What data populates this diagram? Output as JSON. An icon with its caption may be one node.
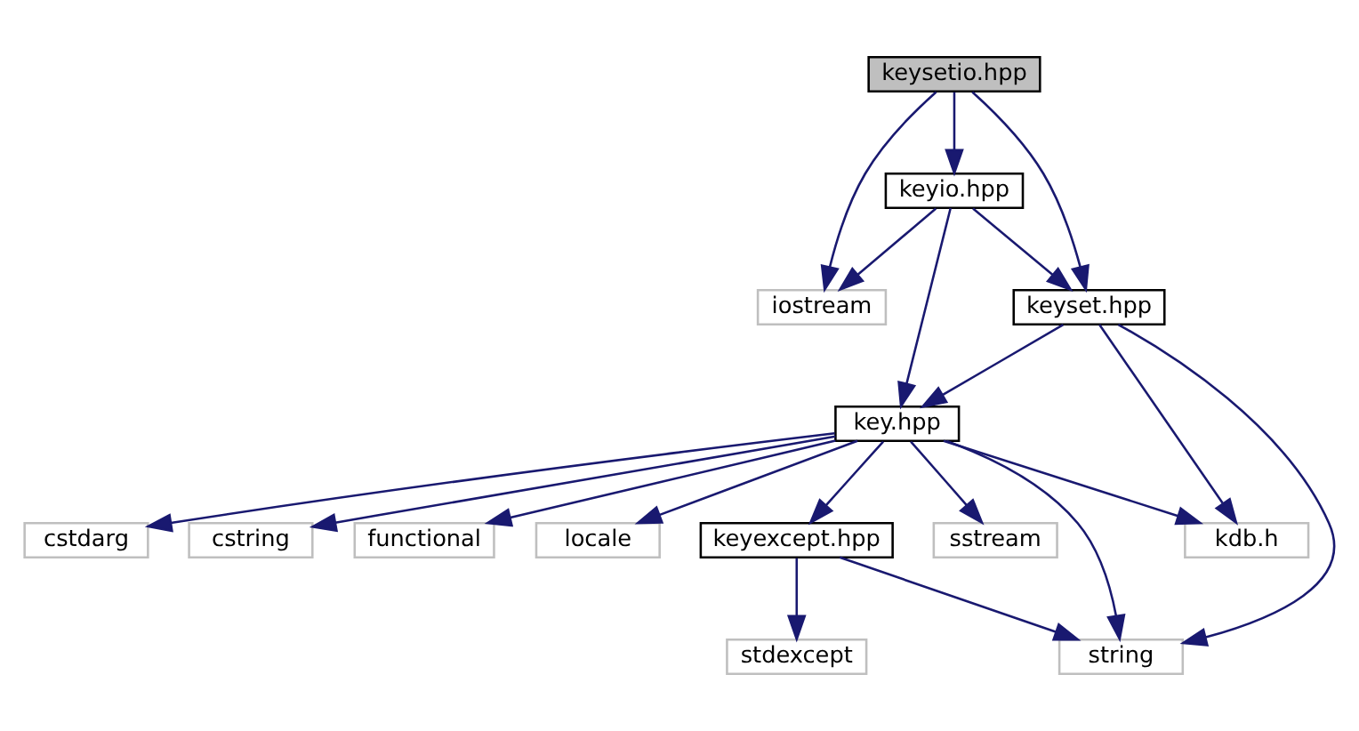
{
  "diagram": {
    "nodes": [
      {
        "text": [
          "keysetio.hpp"
        ]
      },
      {
        "text": [
          "keyio.hpp"
        ]
      },
      {
        "text": [
          "iostream"
        ]
      },
      {
        "text": [
          "keyset.hpp"
        ]
      },
      {
        "text": [
          "key.hpp"
        ]
      },
      {
        "text": [
          "cstdarg"
        ]
      },
      {
        "text": [
          "cstring"
        ]
      },
      {
        "text": [
          "functional"
        ]
      },
      {
        "text": [
          "locale"
        ]
      },
      {
        "text": [
          "keyexcept.hpp"
        ]
      },
      {
        "text": [
          "sstream"
        ]
      },
      {
        "text": [
          "kdb.h"
        ]
      },
      {
        "text": [
          "string"
        ]
      },
      {
        "text": [
          "stdexcept"
        ]
      }
    ],
    "edges": [
      {
        "from": 0,
        "to": 1,
        "arrow": "to"
      },
      {
        "from": 0,
        "to": 2,
        "arrow": "to"
      },
      {
        "from": 0,
        "to": 3,
        "arrow": "to"
      },
      {
        "from": 1,
        "to": 2,
        "arrow": "to"
      },
      {
        "from": 1,
        "to": 3,
        "arrow": "to"
      },
      {
        "from": 1,
        "to": 4,
        "arrow": "to"
      },
      {
        "from": 3,
        "to": 4,
        "arrow": "to"
      },
      {
        "from": 3,
        "to": 11,
        "arrow": "to"
      },
      {
        "from": 3,
        "to": 12,
        "arrow": "to"
      },
      {
        "from": 4,
        "to": 5,
        "arrow": "to"
      },
      {
        "from": 4,
        "to": 6,
        "arrow": "to"
      },
      {
        "from": 4,
        "to": 7,
        "arrow": "to"
      },
      {
        "from": 4,
        "to": 8,
        "arrow": "to"
      },
      {
        "from": 4,
        "to": 9,
        "arrow": "to"
      },
      {
        "from": 4,
        "to": 10,
        "arrow": "to"
      },
      {
        "from": 4,
        "to": 12,
        "arrow": "to"
      },
      {
        "from": 4,
        "to": 11,
        "arrow": "to"
      },
      {
        "from": 9,
        "to": 13,
        "arrow": "to"
      },
      {
        "from": 9,
        "to": 12,
        "arrow": "to"
      }
    ]
  }
}
